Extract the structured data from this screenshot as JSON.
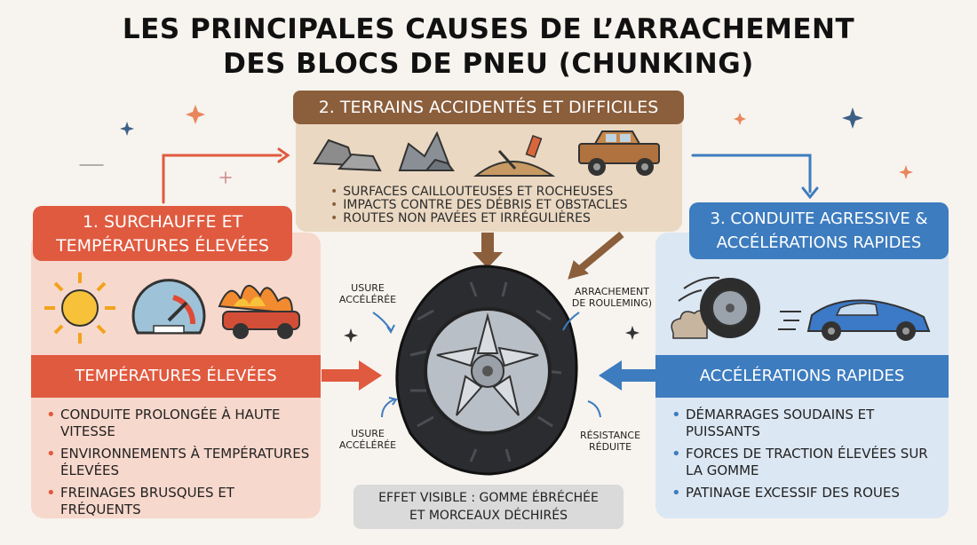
{
  "title": {
    "line1": "LES PRINCIPALES CAUSES DE L’ARRACHEMENT",
    "line2": "DES BLOCS DE PNEU (CHUNKING)"
  },
  "terrain": {
    "header": "2. TERRAINS ACCIDENTÉS ET DIFFICILES",
    "items": [
      "SURFACES CAILLOUTEUSES ET ROCHEUSES",
      "IMPACTS CONTRE DES DÉBRIS ET OBSTACLES",
      "ROUTES NON PAVÉES ET IRRÉGULIÈRES"
    ]
  },
  "heat": {
    "header_line1": "1. SURCHAUFFE ET",
    "header_line2": "TEMPÉRATURES ÉLEVÉES",
    "band": "TEMPÉRATURES ÉLEVÉES",
    "items": [
      "CONDUITE PROLONGÉE À HAUTE VITESSE",
      "ENVIRONNEMENTS À TEMPÉRATURES ÉLEVÉES",
      "FREINAGES BRUSQUES ET FRÉQUENTS"
    ]
  },
  "driving": {
    "header_line1": "3. CONDUITE AGRESSIVE &",
    "header_line2": "ACCÉLÉRATIONS RAPIDES",
    "band": "ACCÉLÉRATIONS RAPIDES",
    "items": [
      "DÉMARRAGES SOUDAINS ET PUISSANTS",
      "FORCES DE TRACTION ÉLEVÉES SUR LA GOMME",
      "PATINAGE EXCESSIF DES ROUES"
    ]
  },
  "tire_labels": {
    "top_left_1": "USURE",
    "top_left_2": "ACCÉLÉRÉE",
    "top_right_1": "ARRACHEMENT",
    "top_right_2": "DE ROULEMING)",
    "bottom_left_1": "USURE",
    "bottom_left_2": "ACCÉLÉRÉE",
    "bottom_right_1": "RÉSISTANCE",
    "bottom_right_2": "RÉDUITE"
  },
  "effect": {
    "line1": "EFFET VISIBLE : GOMME ÉBRÉCHÉE",
    "line2": "ET MORCEAUX DÉCHIRÉS"
  },
  "colors": {
    "heat": "#e05a3f",
    "terrain": "#8b5e3c",
    "driving": "#3d7cbf"
  }
}
